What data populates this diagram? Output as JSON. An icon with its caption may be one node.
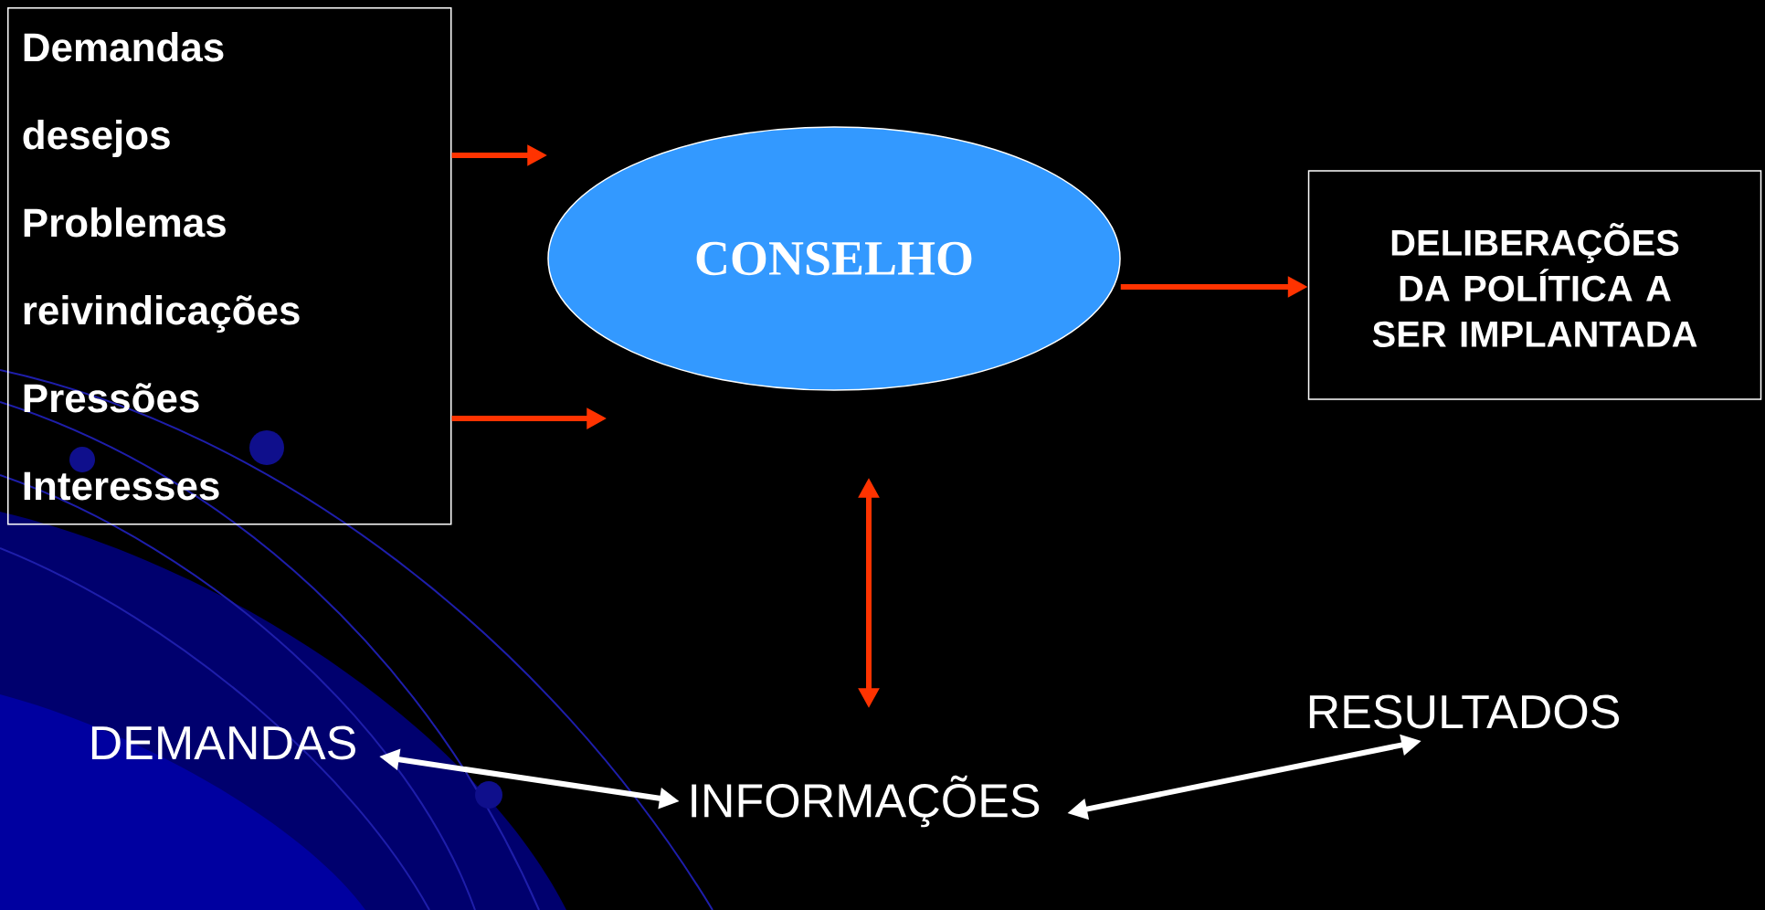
{
  "diagram": {
    "nodes": [
      {
        "text": [
          "Demandas",
          "desejos",
          "Problemas",
          "reivindicações",
          "Pressões",
          "Interesses"
        ]
      },
      {
        "text": [
          "CONSELHO"
        ]
      },
      {
        "text": [
          "DELIBERAÇÕES DA POLÍTICA A SER IMPLANTADA"
        ]
      },
      {
        "text": [
          "DEMANDAS"
        ]
      },
      {
        "text": [
          "INFORMAÇÕES"
        ]
      },
      {
        "text": [
          "RESULTADOS"
        ]
      }
    ],
    "edges": [
      {
        "from": 0,
        "to": 1,
        "arrow": "to"
      },
      {
        "from": 0,
        "to": 1,
        "arrow": "to"
      },
      {
        "from": 1,
        "to": 2,
        "arrow": "to"
      },
      {
        "from": 1,
        "to": 4,
        "arrow": "both"
      },
      {
        "from": 3,
        "to": 4,
        "arrow": "both",
        "color": "#ffffff"
      },
      {
        "from": 4,
        "to": 5,
        "arrow": "both",
        "color": "#ffffff"
      }
    ]
  }
}
